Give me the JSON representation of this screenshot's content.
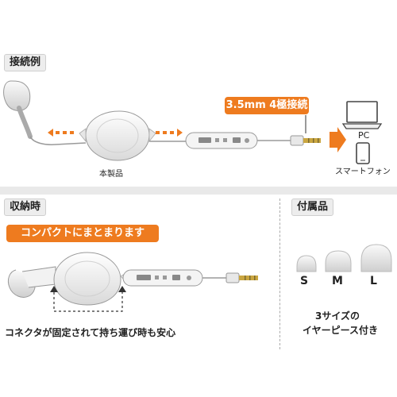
{
  "connection": {
    "section_label": "接続例",
    "spec_label": "3.5mm 4極接続",
    "product_label": "本製品",
    "devices": [
      {
        "name": "pc",
        "label": "PC"
      },
      {
        "name": "smartphone",
        "label": "スマートフォン"
      }
    ]
  },
  "storage": {
    "section_label": "収納時",
    "banner": "コンパクトにまとまります",
    "caption": "コネクタが固定されて持ち運び時も安心"
  },
  "accessories": {
    "section_label": "付属品",
    "sizes": [
      "S",
      "M",
      "L"
    ],
    "caption_line1": "3サイズの",
    "caption_line2": "イヤーピース付き"
  },
  "colors": {
    "accent": "#ee7b1f",
    "band": "#e9e9e9"
  }
}
